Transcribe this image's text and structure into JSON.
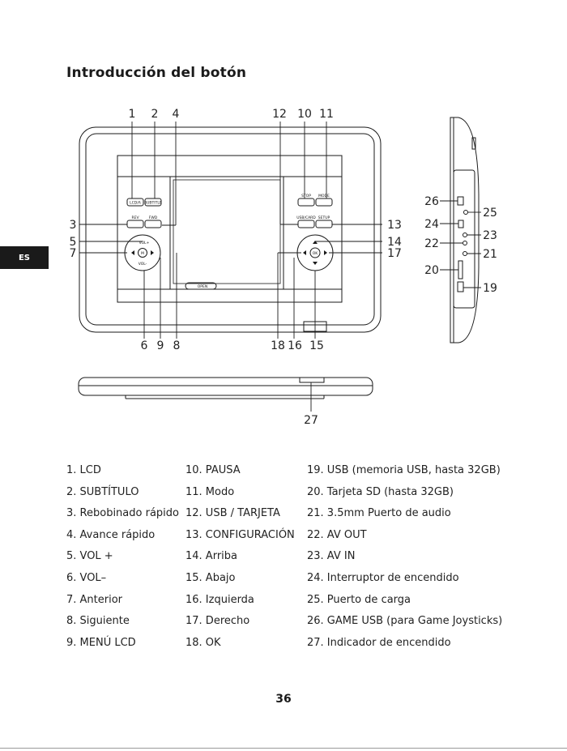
{
  "section_title": "Introducción del botón",
  "language_tab": "ES",
  "page_number": "36",
  "callouts": {
    "n1": "1",
    "n2": "2",
    "n3": "3",
    "n4": "4",
    "n5": "5",
    "n6": "6",
    "n7": "7",
    "n8": "8",
    "n9": "9",
    "n10": "10",
    "n11": "11",
    "n12": "12",
    "n13": "13",
    "n14": "14",
    "n15": "15",
    "n16": "16",
    "n17": "17",
    "n18": "18",
    "n19": "19",
    "n20": "20",
    "n21": "21",
    "n22": "22",
    "n23": "23",
    "n24": "24",
    "n25": "25",
    "n26": "26",
    "n27": "27"
  },
  "device_labels": {
    "lcd": "LCD/A",
    "subtitle": "SUBTITLE",
    "rev": "REV",
    "fwd": "FWD",
    "stop": "STOP",
    "mode": "MODE",
    "usbcard": "USB/CARD",
    "setup": "SETUP",
    "vol_up": "VOL+",
    "vol_down": "VOL-",
    "menu": "M",
    "ok": "OK",
    "open": "OPEN"
  },
  "legend": {
    "col1": [
      "1. LCD",
      "2. SUBTÍTULO",
      "3. Rebobinado rápido",
      "4. Avance rápido",
      "5. VOL +",
      "6. VOL–",
      "7. Anterior",
      "8. Siguiente",
      "9. MENÚ LCD"
    ],
    "col2": [
      "10. PAUSA",
      "11. Modo",
      "12. USB / TARJETA",
      "13. CONFIGURACIÓN",
      "14. Arriba",
      "15. Abajo",
      "16. Izquierda",
      "17. Derecho",
      "18. OK"
    ],
    "col3": [
      "19. USB (memoria USB, hasta 32GB)",
      "20. Tarjeta SD (hasta 32GB)",
      "21. 3.5mm Puerto de audio",
      "22. AV OUT",
      "23. AV IN",
      "24. Interruptor de encendido",
      "25. Puerto de carga",
      "26. GAME USB (para Game Joysticks)",
      "27. Indicador de encendido"
    ]
  }
}
